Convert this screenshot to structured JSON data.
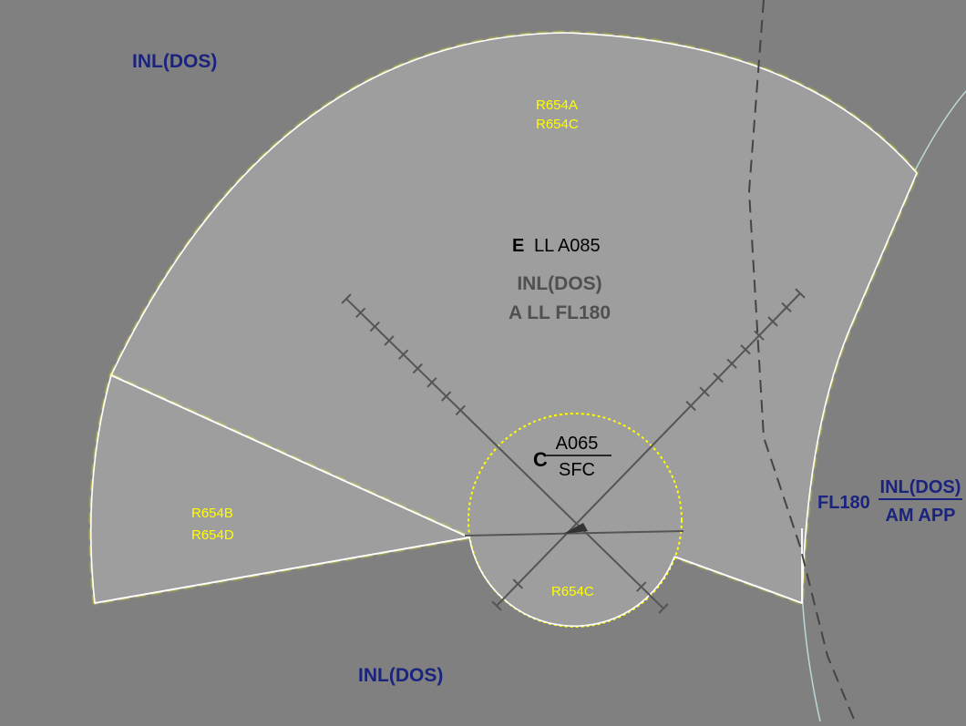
{
  "colors": {
    "background": "#808080",
    "airspace_fill": "#9e9e9e",
    "boundary_line": "#ffffff",
    "boundary_glow": "#ffff00",
    "label_navy": "#1a237e",
    "label_yellow": "#ffff00",
    "label_gray": "#505050",
    "label_black": "#000000",
    "dashed_line": "#444444",
    "adjacent_boundary": "#b8d8d8"
  },
  "labels": {
    "inl_dos_top_left": "INL(DOS)",
    "inl_dos_bottom": "INL(DOS)",
    "r654a": "R654A",
    "r654c_top": "R654C",
    "r654b": "R654B",
    "r654d": "R654D",
    "r654c_bottom": "R654C",
    "class_e": "E",
    "e_limit": "LL A085",
    "inl_dos_center": "INL(DOS)",
    "a_limit": "A LL FL180",
    "class_c": "C",
    "c_upper": "A065",
    "c_lower": "SFC",
    "fl180": "FL180",
    "right_upper": "INL(DOS)",
    "right_lower": "AM APP"
  },
  "icons": [
    "runway-cross-icon"
  ]
}
